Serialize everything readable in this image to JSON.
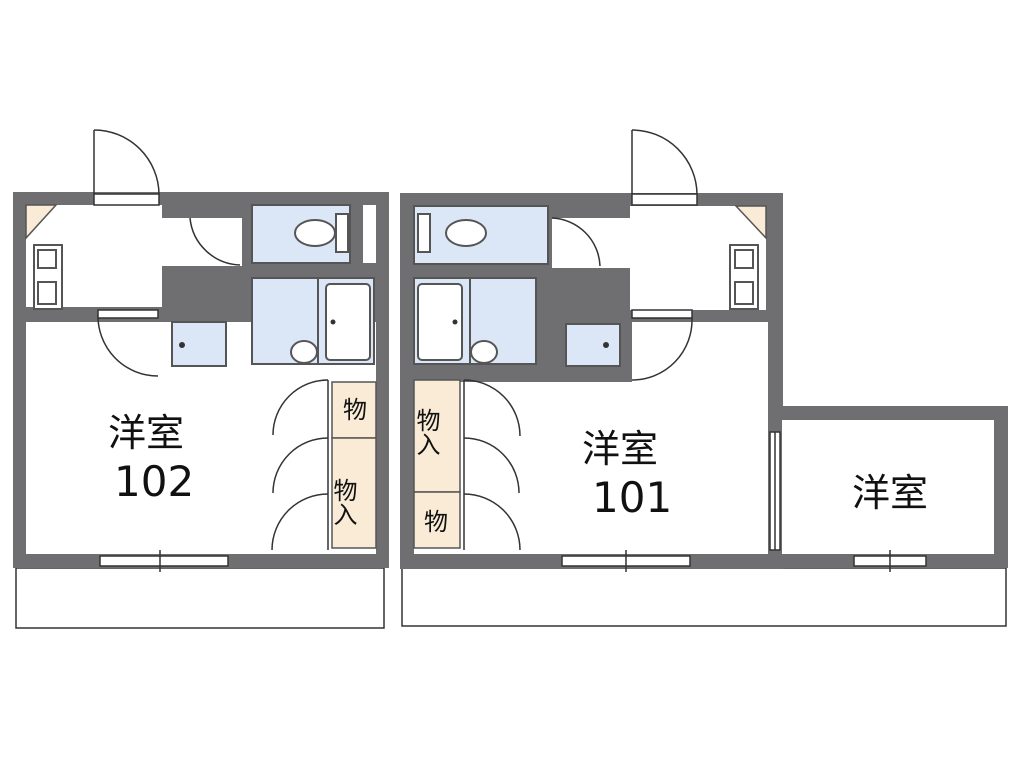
{
  "units": [
    {
      "room_label": "洋室",
      "unit_number": "102"
    },
    {
      "room_label": "洋室",
      "unit_number": "101"
    }
  ],
  "extra_room": {
    "label": "洋室"
  },
  "closets": {
    "unit_102": [
      "物",
      "物入"
    ],
    "unit_101": [
      "物入",
      "物"
    ]
  }
}
